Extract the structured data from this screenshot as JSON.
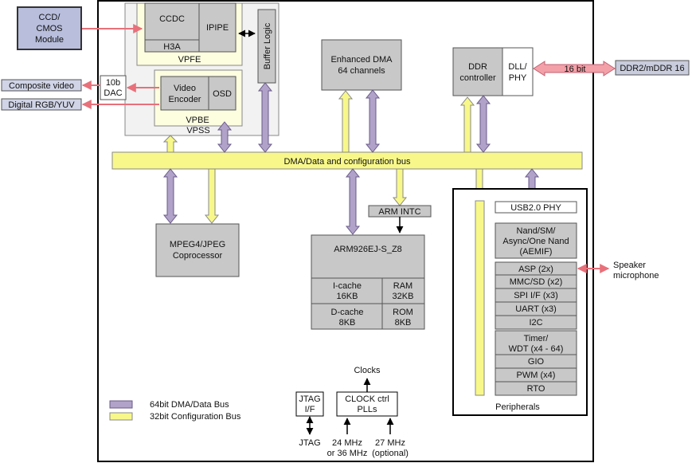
{
  "blocks": {
    "ccd": [
      "CCD/",
      "CMOS",
      "Module"
    ],
    "ccdc": "CCDC",
    "ipipe": "IPIPE",
    "h3a": "H3A",
    "vpfe": "VPFE",
    "buffer_logic": "Buffer Logic",
    "composite_video": "Composite video",
    "digital_rgb": "Digital RGB/YUV",
    "dac": [
      "10b",
      "DAC"
    ],
    "video_encoder": [
      "Video",
      "Encoder"
    ],
    "osd": "OSD",
    "vpbe": "VPBE",
    "vpss": "VPSS",
    "enhanced_dma": [
      "Enhanced DMA",
      "64 channels"
    ],
    "ddr_controller": [
      "DDR",
      "controller"
    ],
    "dll_phy": [
      "DLL/",
      "PHY"
    ],
    "sixteen_bit": "16 bit",
    "ddr2": "DDR2/mDDR 16",
    "dma_bus": "DMA/Data and configuration bus",
    "mpeg": [
      "MPEG4/JPEG",
      "Coprocessor"
    ],
    "arm_intc": "ARM INTC",
    "arm926": "ARM926EJ-S_Z8",
    "icache": [
      "I-cache",
      "16KB"
    ],
    "ram": [
      "RAM",
      "32KB"
    ],
    "dcache": [
      "D-cache",
      "8KB"
    ],
    "rom": [
      "ROM",
      "8KB"
    ],
    "usb_phy": "USB2.0 PHY",
    "nand": [
      "Nand/SM/",
      "Async/One Nand",
      "(AEMIF)"
    ],
    "asp": "ASP (2x)",
    "speaker": [
      "Speaker",
      "microphone"
    ],
    "mmc": "MMC/SD (x2)",
    "spi": "SPI I/F (x3)",
    "uart": "UART (x3)",
    "i2c": "I2C",
    "timer": [
      "Timer/",
      "WDT (x4 - 64)"
    ],
    "gio": "GIO",
    "pwm": "PWM (x4)",
    "rto": "RTO",
    "peripherals": "Peripherals",
    "clocks": "Clocks",
    "jtag_box": [
      "JTAG",
      "I/F"
    ],
    "clock_ctrl": [
      "CLOCK ctrl",
      "PLLs"
    ],
    "jtag": "JTAG",
    "mhz24": [
      "24 MHz",
      "or 36 MHz"
    ],
    "mhz27": [
      "27 MHz",
      "(optional)"
    ]
  },
  "legend": {
    "dma_bus": "64bit DMA/Data Bus",
    "config_bus": "32bit Configuration Bus"
  },
  "colors": {
    "purple_bus": "#b0a2c8",
    "yellow_bus": "#f8f88a",
    "pink_arrow": "#f4a0a8",
    "gray_block": "#c8c8c8",
    "vpfe_bg": "#fdfde0",
    "vpss_bg": "#f2f2f2",
    "ccd_fill": "#b8bedc"
  }
}
